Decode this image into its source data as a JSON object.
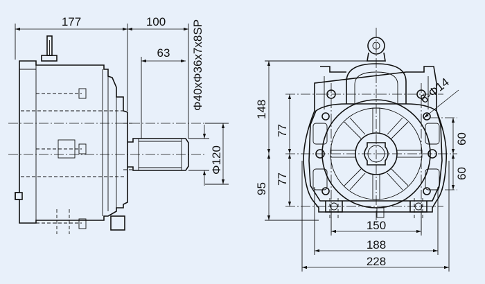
{
  "dimensions": {
    "side_view": {
      "d177": "177",
      "d100": "100",
      "d63": "63",
      "shaft_spec": "Φ40xΦ36x7x8SP",
      "d_phi120": "Φ120"
    },
    "front_view": {
      "d148": "148",
      "d95": "95",
      "d77_upper": "77",
      "d77_lower": "77",
      "d60_upper": "60",
      "d60_lower": "60",
      "d150": "150",
      "d188": "188",
      "d228": "228",
      "holes": "6-Φ14"
    }
  }
}
